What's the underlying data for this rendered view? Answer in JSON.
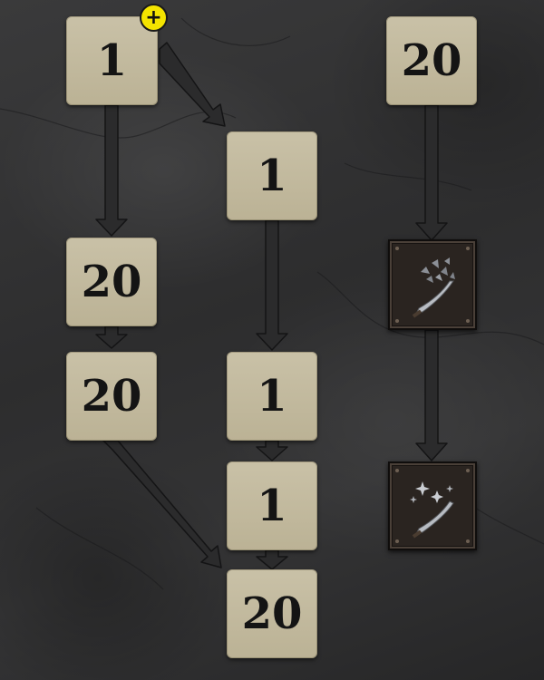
{
  "skill_tree": {
    "nodes": [
      {
        "id": "n1",
        "rank": "1",
        "kind": "rank"
      },
      {
        "id": "n2",
        "rank": "1",
        "kind": "rank"
      },
      {
        "id": "n3",
        "rank": "20",
        "kind": "rank"
      },
      {
        "id": "n4",
        "rank": "20",
        "kind": "rank"
      },
      {
        "id": "n5",
        "rank": "1",
        "kind": "rank"
      },
      {
        "id": "n6",
        "rank": "1",
        "kind": "rank"
      },
      {
        "id": "n7",
        "rank": "20",
        "kind": "rank"
      },
      {
        "id": "n8",
        "rank": "20",
        "kind": "rank"
      },
      {
        "id": "n9",
        "icon": "scimitar-shards-icon",
        "kind": "skill"
      },
      {
        "id": "n10",
        "icon": "scimitar-sparkle-icon",
        "kind": "skill"
      }
    ],
    "upgrade_badge": {
      "symbol": "+",
      "icon": "plus-icon",
      "color": "#f4e400"
    },
    "colors": {
      "node_face": "#c4bb9f",
      "node_text": "#141414",
      "connector": "#2b2b2c",
      "background": "#2f2f30"
    }
  }
}
